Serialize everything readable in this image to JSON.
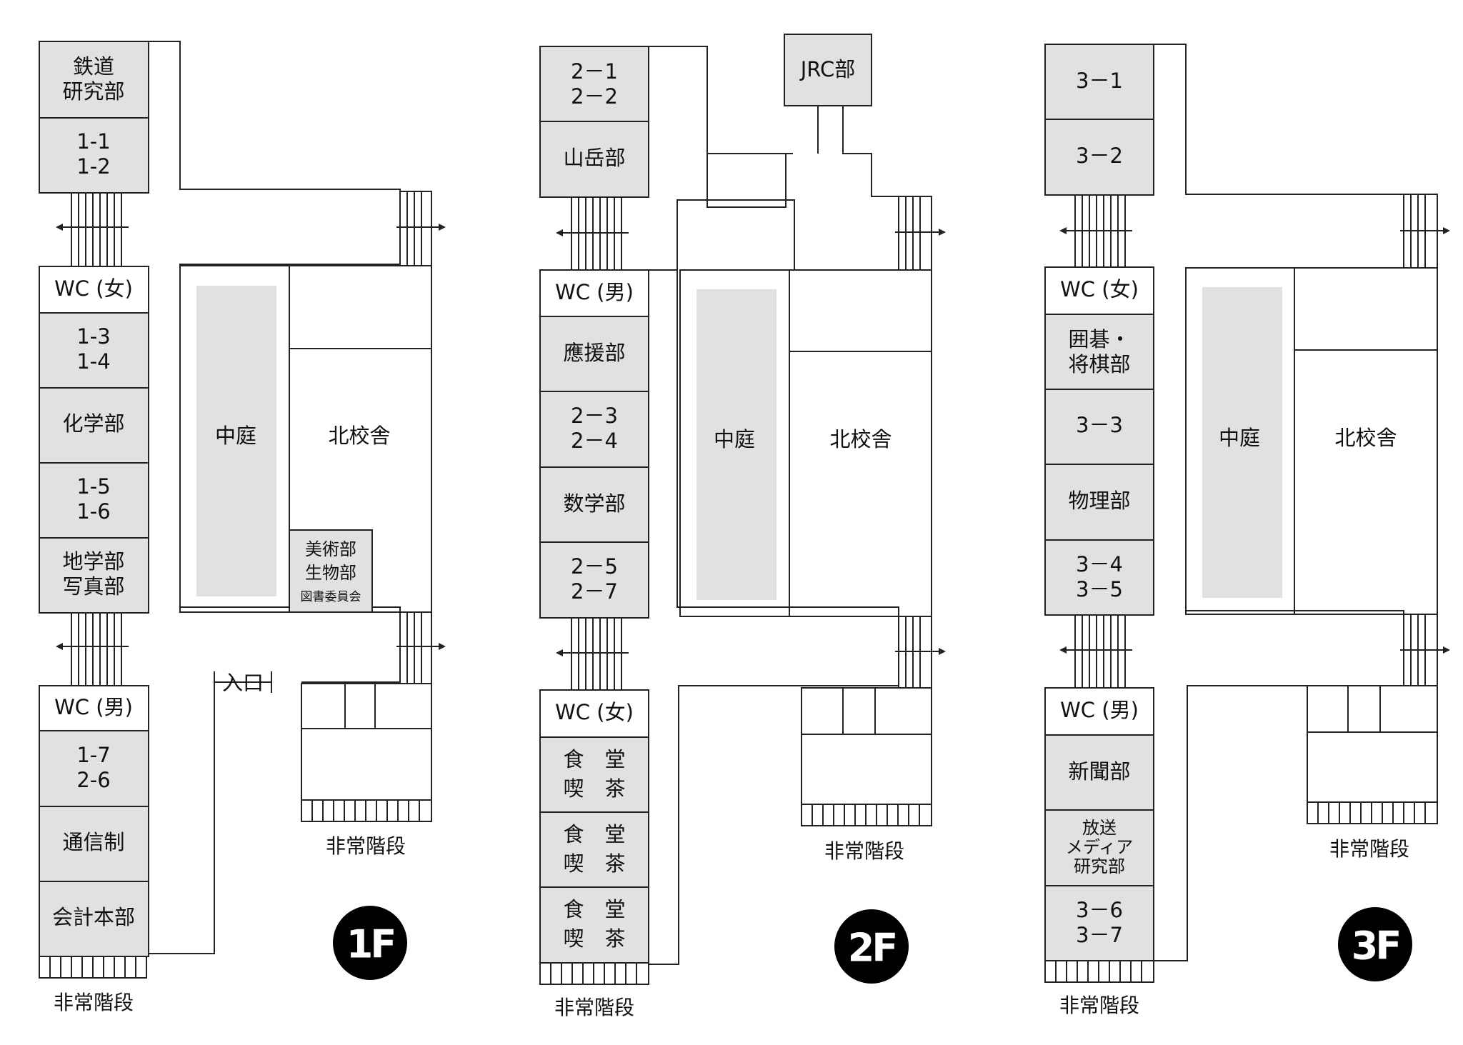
{
  "floors": [
    {
      "label": "1F",
      "rooms": [
        {
          "lines": [
            "鉄道",
            "研究部"
          ]
        },
        {
          "lines": [
            "1-1",
            "1-2"
          ]
        },
        {
          "lines": [
            "WC (女)"
          ]
        },
        {
          "lines": [
            "1-3",
            "1-4"
          ]
        },
        {
          "lines": [
            "化学部"
          ]
        },
        {
          "lines": [
            "1-5",
            "1-6"
          ]
        },
        {
          "lines": [
            "地学部",
            "写真部"
          ]
        },
        {
          "lines": [
            "WC (男)"
          ]
        },
        {
          "lines": [
            "1-7",
            "2-6"
          ]
        },
        {
          "lines": [
            "通信制"
          ]
        },
        {
          "lines": [
            "会計本部"
          ]
        }
      ],
      "courtyard": "中庭",
      "north_building": "北校舎",
      "annex_room": [
        "美術部",
        "生物部",
        "図書委員会"
      ],
      "entrance": "入口",
      "emergency_stairs": [
        "非常階段",
        "非常階段"
      ]
    },
    {
      "label": "2F",
      "rooms": [
        {
          "lines": [
            "2－1",
            "2－2"
          ]
        },
        {
          "lines": [
            "山岳部"
          ]
        },
        {
          "lines": [
            "WC (男)"
          ]
        },
        {
          "lines": [
            "應援部"
          ]
        },
        {
          "lines": [
            "2－3",
            "2－4"
          ]
        },
        {
          "lines": [
            "数学部"
          ]
        },
        {
          "lines": [
            "2－5",
            "2－7"
          ]
        },
        {
          "lines": [
            "WC (女)"
          ]
        },
        {
          "lines": [
            "食　堂",
            "喫　茶"
          ]
        },
        {
          "lines": [
            "食　堂",
            "喫　茶"
          ]
        },
        {
          "lines": [
            "食　堂",
            "喫　茶"
          ]
        }
      ],
      "jrc_room": "JRC部",
      "courtyard": "中庭",
      "north_building": "北校舎",
      "emergency_stairs": [
        "非常階段",
        "非常階段"
      ]
    },
    {
      "label": "3F",
      "rooms": [
        {
          "lines": [
            "3－1"
          ]
        },
        {
          "lines": [
            "3－2"
          ]
        },
        {
          "lines": [
            "WC (女)"
          ]
        },
        {
          "lines": [
            "囲碁・",
            "将棋部"
          ]
        },
        {
          "lines": [
            "3－3"
          ]
        },
        {
          "lines": [
            "物理部"
          ]
        },
        {
          "lines": [
            "3－4",
            "3－5"
          ]
        },
        {
          "lines": [
            "WC (男)"
          ]
        },
        {
          "lines": [
            "新聞部"
          ]
        },
        {
          "lines": [
            "放送",
            "メディア",
            "研究部"
          ]
        },
        {
          "lines": [
            "3－6",
            "3－7"
          ]
        }
      ],
      "courtyard": "中庭",
      "north_building": "北校舎",
      "emergency_stairs": [
        "非常階段",
        "非常階段"
      ]
    }
  ],
  "colors": {
    "room_fill": "#e0e1e1",
    "line": "#222222",
    "badge": "#000000"
  }
}
